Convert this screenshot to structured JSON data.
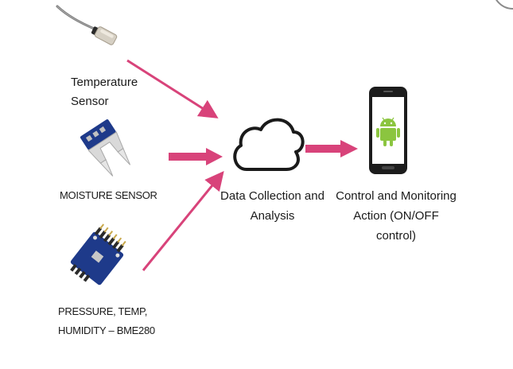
{
  "nodes": {
    "temperature": {
      "line1": "Temperature",
      "line2": "Sensor"
    },
    "moisture": {
      "label": "MOISTURE SENSOR"
    },
    "bme280": {
      "line1": "PRESSURE, TEMP,",
      "line2": "HUMIDITY – BME280"
    },
    "cloud": {
      "label": "Data Collection and Analysis"
    },
    "phone": {
      "label": "Control and Monitoring Action (ON/OFF control)"
    }
  },
  "colors": {
    "arrow": "#d8437a",
    "android": "#8bc53f",
    "board_blue": "#1e3a8a",
    "outline": "#1a1a1a"
  },
  "icons": [
    "temperature-probe-icon",
    "soil-moisture-sensor-icon",
    "bme280-board-icon",
    "cloud-icon",
    "smartphone-android-icon"
  ]
}
